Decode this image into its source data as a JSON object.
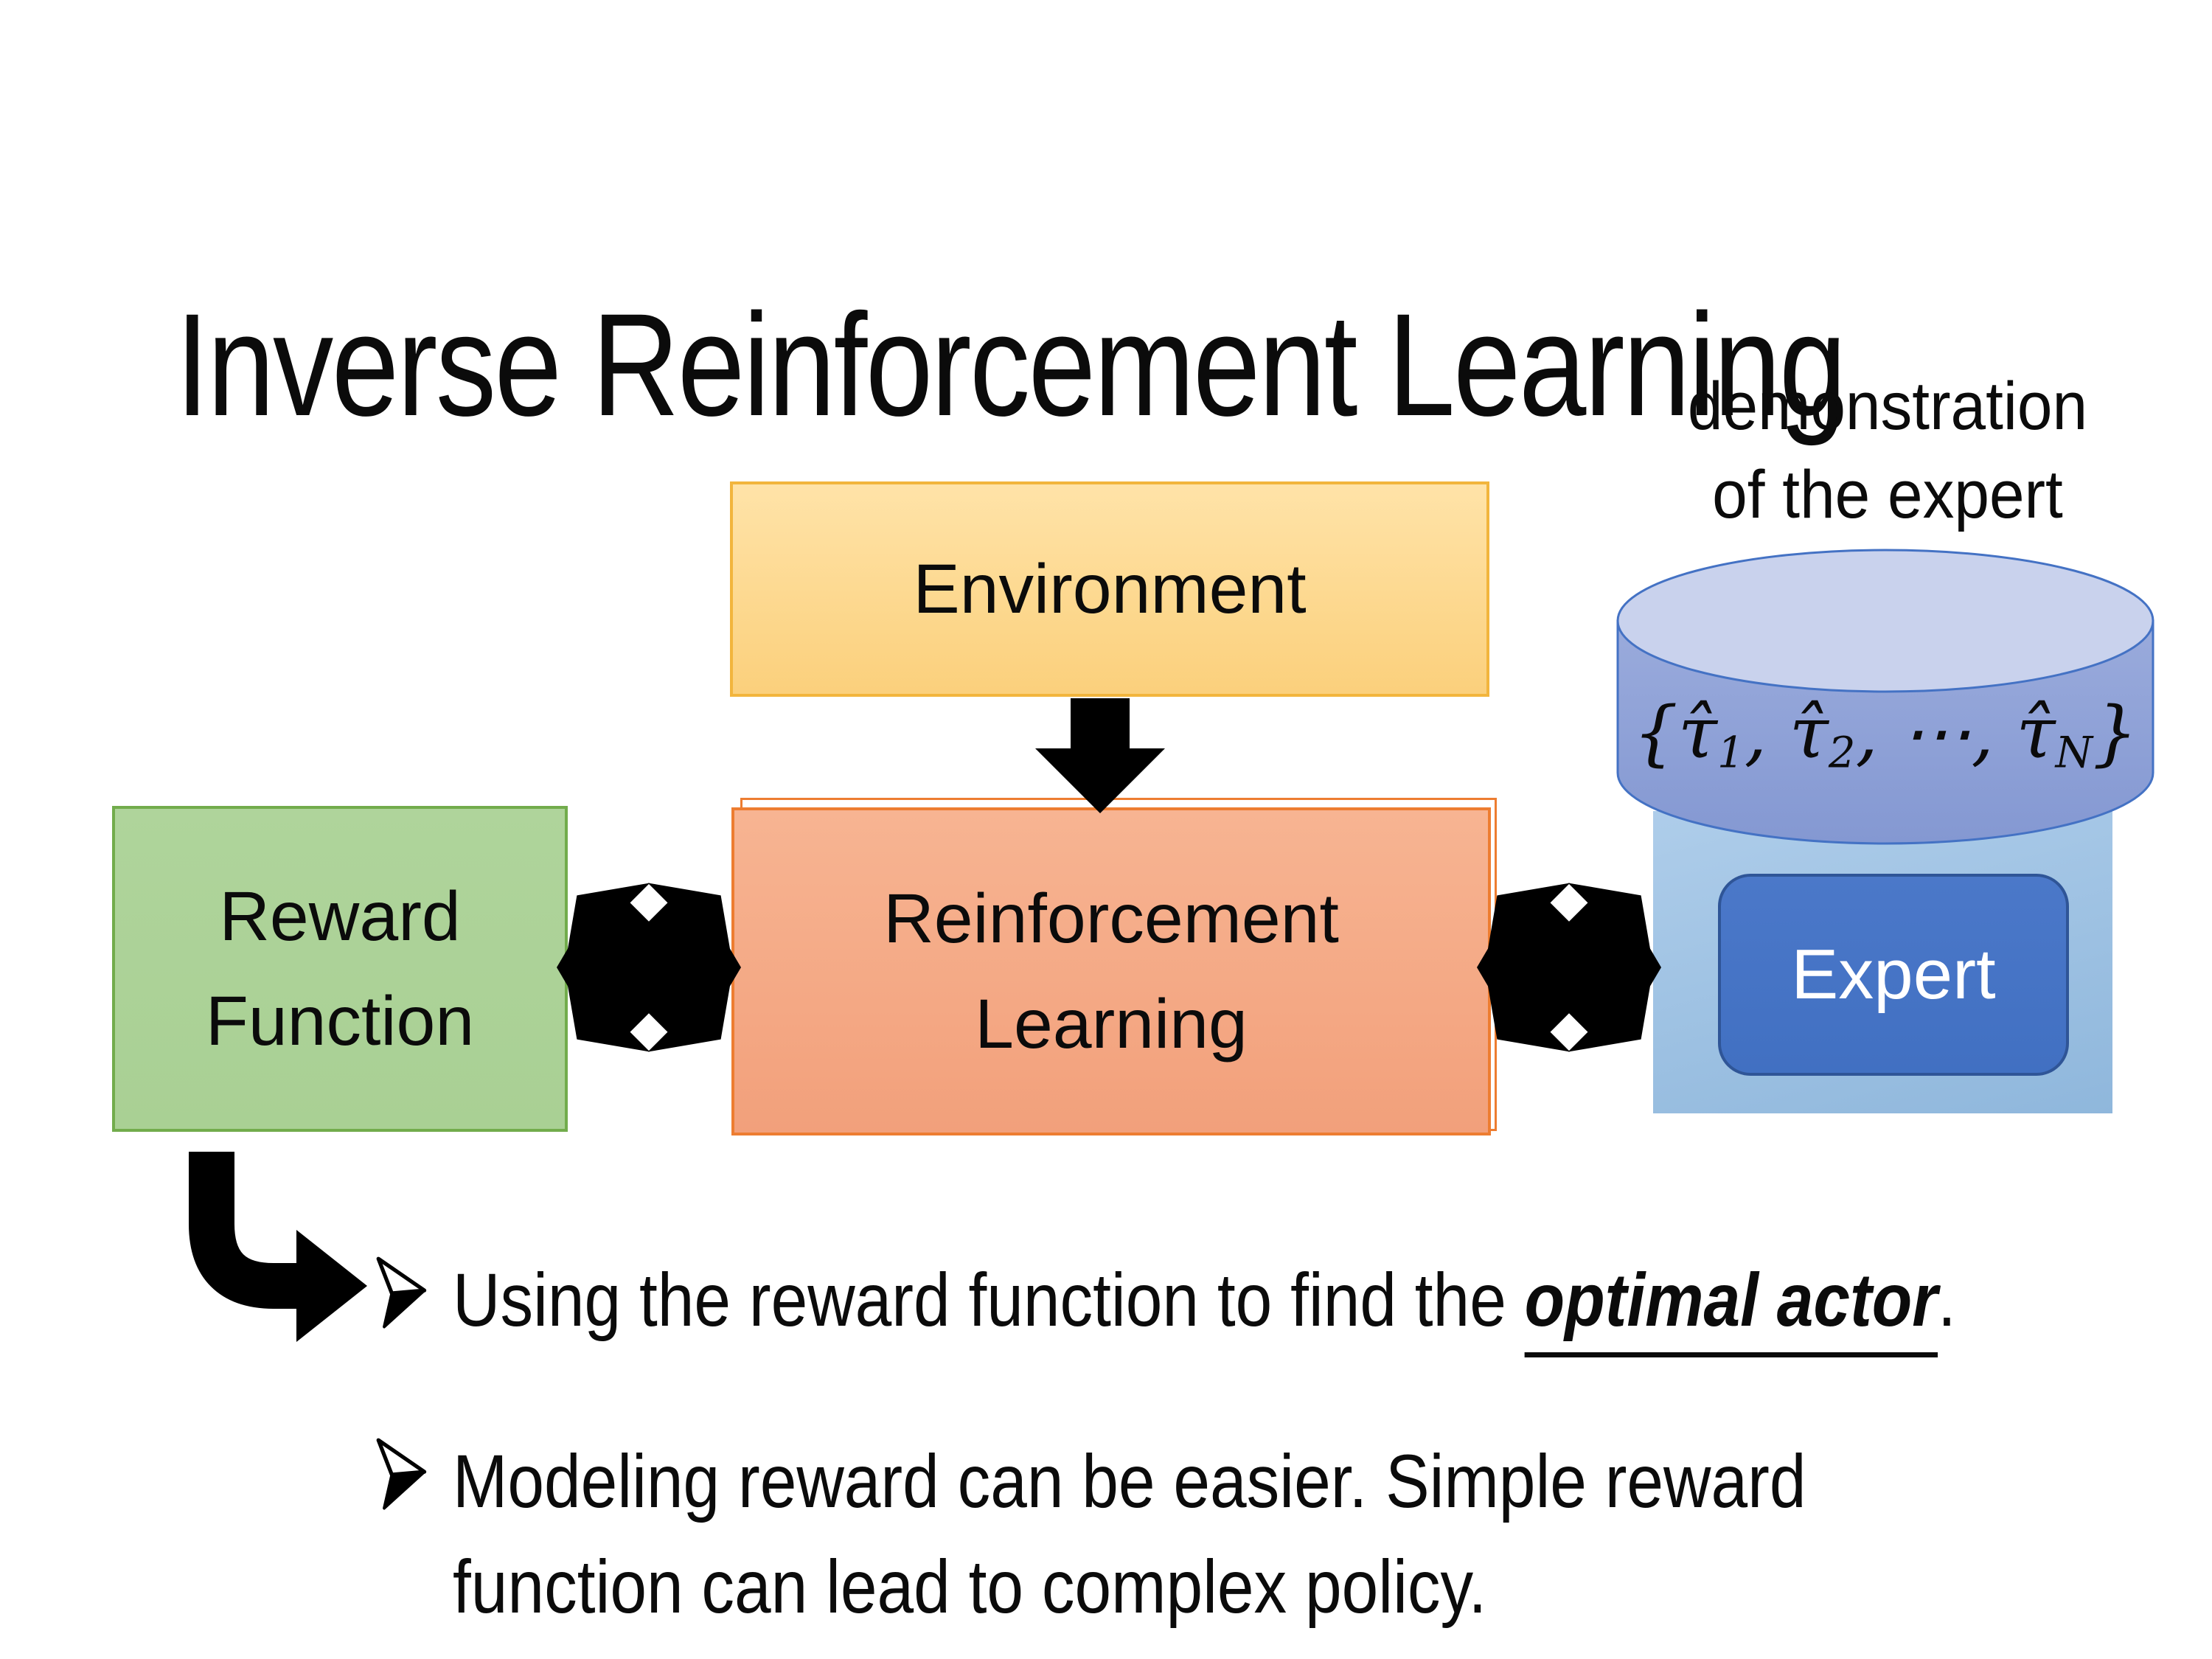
{
  "title": "Inverse Reinforcement Learning",
  "diagram": {
    "demonstration_label": {
      "line1": "demonstration",
      "line2": "of the expert"
    },
    "cylinder_math": {
      "open": "{",
      "tau1": "τ̂",
      "sub1": "1",
      "comma1": ", ",
      "tau2": "τ̂",
      "sub2": "2",
      "comma2": ", ",
      "dots": "⋯",
      "comma3": ", ",
      "tauN": "τ̂",
      "subN": "N",
      "close": "}"
    },
    "environment_box": {
      "label": "Environment"
    },
    "reward_box": {
      "line1": "Reward",
      "line2": "Function"
    },
    "rl_box": {
      "line1": "Reinforcement",
      "line2": "Learning"
    },
    "expert_box": {
      "label": "Expert"
    },
    "icons": {
      "down_arrow": "environment-to-rl-arrow",
      "left_double_arrow": "reward-rl-double-arrow",
      "right_double_arrow": "rl-expert-double-arrow",
      "bent_arrow": "reward-to-bullets-bent-arrow",
      "bullet_marker": "arrowhead-bullet"
    }
  },
  "bullets": {
    "bullet1": {
      "pre": "Using the reward function to find the ",
      "highlight": "optimal actor",
      "post": "."
    },
    "bullet2": {
      "line1": "Modeling reward can be easier. Simple reward",
      "line2": "function can lead to complex policy."
    }
  },
  "colors": {
    "background": "#FFFFFF",
    "text": "#000000",
    "env_fill_top": "#FFE3A8",
    "env_fill_bottom": "#FBD07C",
    "env_border": "#F2B53D",
    "reward_fill": "#ABD295",
    "reward_border": "#72AC4C",
    "rl_fill_top": "#F7B492",
    "rl_fill_bottom": "#F2A07B",
    "rl_border": "#ED7D31",
    "cylinder_top": "#C9D2ED",
    "cylinder_body_top": "#9AABDC",
    "cylinder_body_bottom": "#8498D2",
    "cylinder_border": "#4472C4",
    "expert_container_top": "#AECDEA",
    "expert_container_bottom": "#8FB7DC",
    "expert_fill": "#4472C4",
    "expert_border": "#2F5597",
    "expert_text": "#FFFFFF",
    "arrow": "#000000"
  }
}
